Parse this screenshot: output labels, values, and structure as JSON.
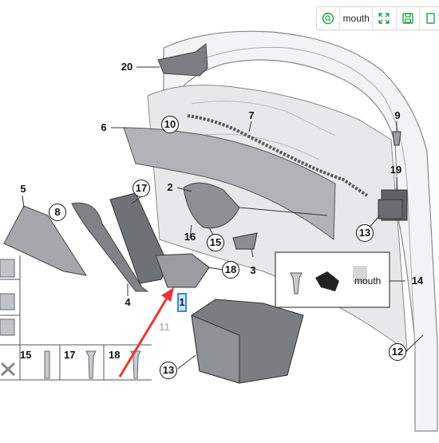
{
  "toolbar": {
    "search_text": "mouth",
    "icons": [
      "search-circle-icon",
      "expand-icon",
      "save-icon",
      "copy-icon"
    ]
  },
  "callouts": {
    "c1": "1",
    "c2": "2",
    "c3": "3",
    "c4": "4",
    "c5": "5",
    "c6": "6",
    "c7": "7",
    "c8": "8",
    "c9": "9",
    "c10": "10",
    "c11": "11",
    "c12": "12",
    "c13a": "13",
    "c13b": "13",
    "c14": "14",
    "c15a": "15",
    "c15b": "15",
    "c16": "16",
    "c17a": "17",
    "c17b": "17",
    "c18a": "18",
    "c18b": "18",
    "c19": "19",
    "c20": "20"
  },
  "inset": {
    "label": "mouth"
  },
  "colors": {
    "highlight": "#2f8de4",
    "arrow": "#e53935",
    "toolbar_icon": "#2a9d4a"
  }
}
